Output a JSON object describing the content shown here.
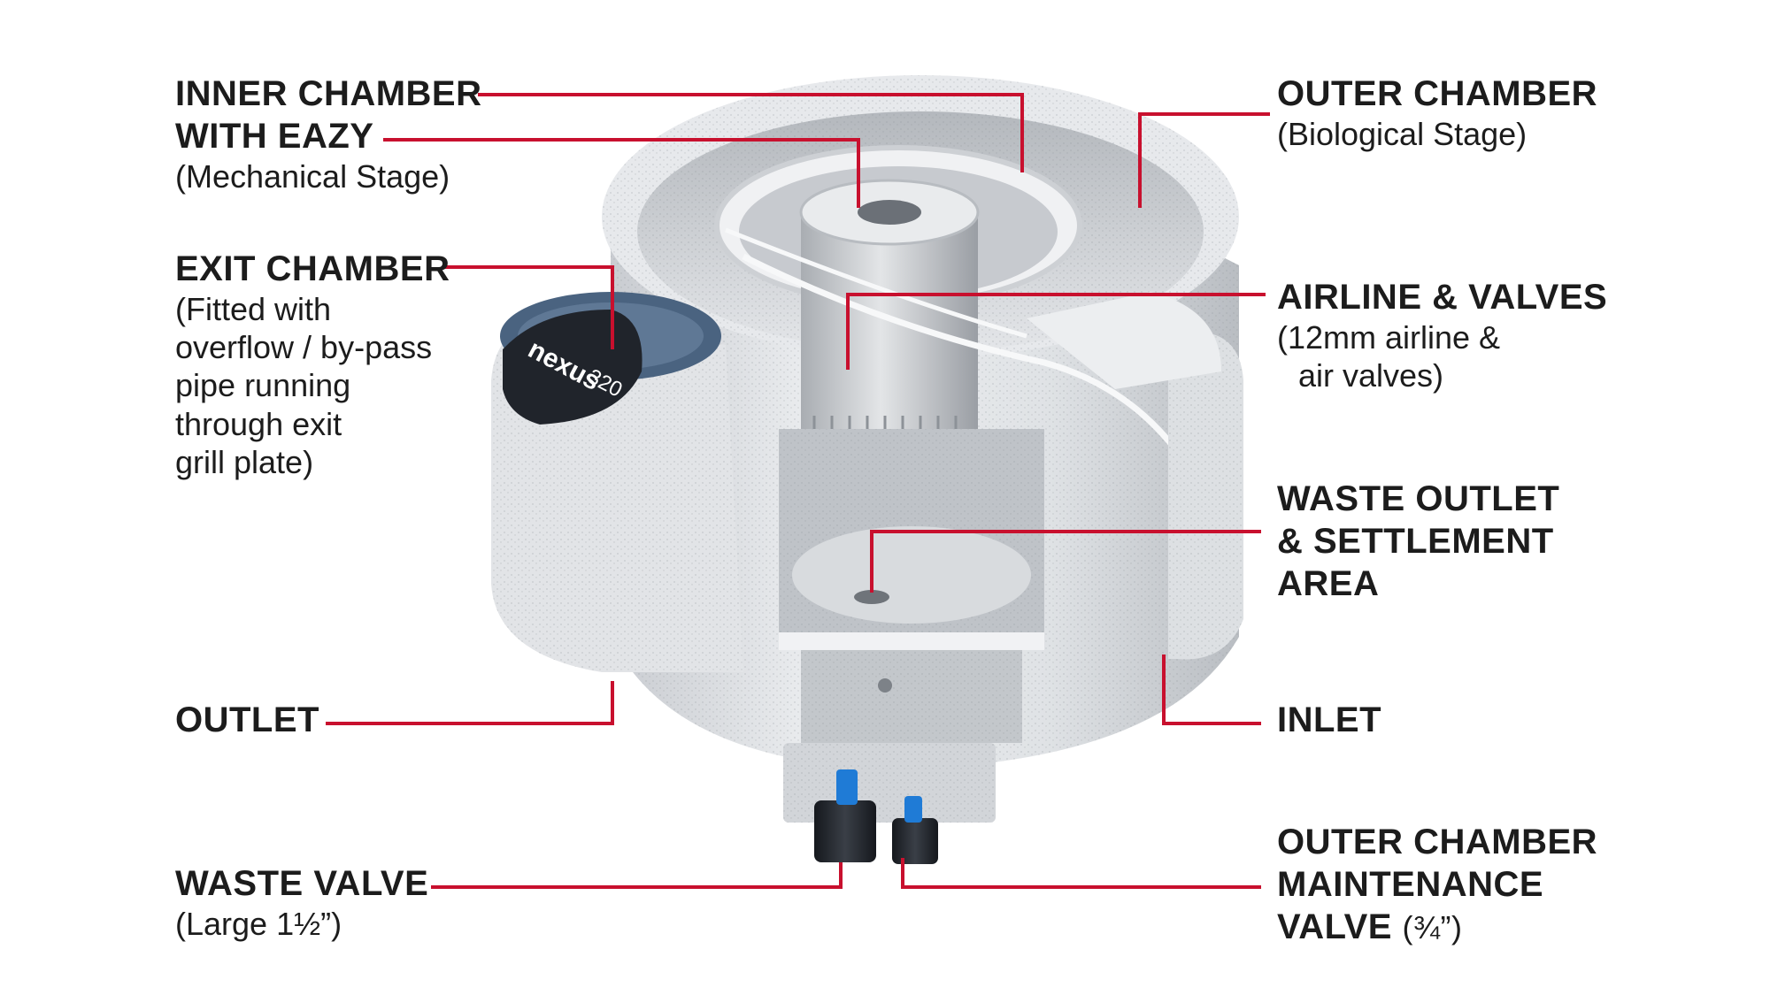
{
  "colors": {
    "leader": "#c8102e",
    "text": "#1c1c1c",
    "body_light": "#e9ebee",
    "body_mid": "#cfd2d6",
    "body_dark": "#9da2a8",
    "valve_blue": "#1f7bd6",
    "brand_dark": "#20242b"
  },
  "product": {
    "brand": "nexus",
    "model": "320"
  },
  "labels": {
    "inner_chamber": {
      "title_line1": "INNER CHAMBER",
      "title_line2": "WITH EAZY",
      "sub": "(Mechanical Stage)"
    },
    "exit_chamber": {
      "title": "EXIT CHAMBER",
      "sub_lines": [
        "(Fitted with",
        "overflow / by-pass",
        "pipe running",
        "through exit",
        "grill plate)"
      ]
    },
    "outlet": {
      "title": "OUTLET"
    },
    "waste_valve": {
      "title": "WASTE VALVE",
      "sub": "(Large 1½”)"
    },
    "outer_chamber": {
      "title": "OUTER CHAMBER",
      "sub": "(Biological Stage)"
    },
    "airline": {
      "title": "AIRLINE & VALVES",
      "sub_line1": "(12mm airline &",
      "sub_line2": "air valves)"
    },
    "waste_outlet": {
      "title_lines": [
        "WASTE OUTLET",
        "& SETTLEMENT",
        "AREA"
      ]
    },
    "inlet": {
      "title": "INLET"
    },
    "maintenance_valve": {
      "title_line1": "OUTER CHAMBER",
      "title_line2": "MAINTENANCE",
      "title_line3": "VALVE",
      "sub": "(¾”)"
    }
  }
}
